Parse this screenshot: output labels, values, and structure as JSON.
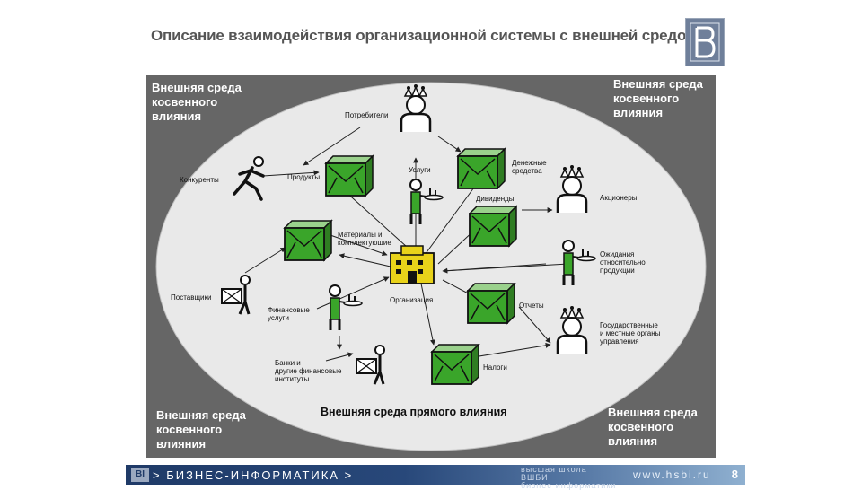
{
  "title": "Описание взаимодействия организационной системы с внешней средой",
  "corners": {
    "top_left": "Внешняя среда\nкосвенного\nвлияния",
    "top_right": "Внешняя среда\nкосвенного\nвлияния",
    "bottom_left": "Внешняя среда\nкосвенного\nвлияния",
    "bottom_right": "Внешняя среда\nкосвенного\nвлияния"
  },
  "direct_env_label": "Внешняя среда прямого влияния",
  "nodes": {
    "consumers": "Потребители",
    "competitors": "Конкуренты",
    "products": "Продукты",
    "services": "Услуги",
    "money": "Денежные\nсредства",
    "dividends": "Дивиденды",
    "shareholders": "Акционеры",
    "materials": "Материалы и\nкомплектующие",
    "expectations": "Ожидания\nотносительно\nпродукции",
    "suppliers": "Поставщики",
    "organization": "Организация",
    "fin_services": "Финансовые\nуслуги",
    "reports": "Отчеты",
    "gov": "Государственные\nи местные органы\nуправления",
    "banks": "Банки и\nдругие финансовые\nинституты",
    "taxes": "Налоги"
  },
  "footer": {
    "logo_text": "BI",
    "brand": "> БИЗНЕС-ИНФОРМАТИКА >",
    "school": "высшая школа\nВШБИ\nбизнес-информатики",
    "url": "www.hsbi.ru",
    "page": "8"
  },
  "colors": {
    "panel": "#666666",
    "ellipse": "#e9e9e9",
    "box_green": "#3aa52a",
    "building": "#e8d21a"
  }
}
